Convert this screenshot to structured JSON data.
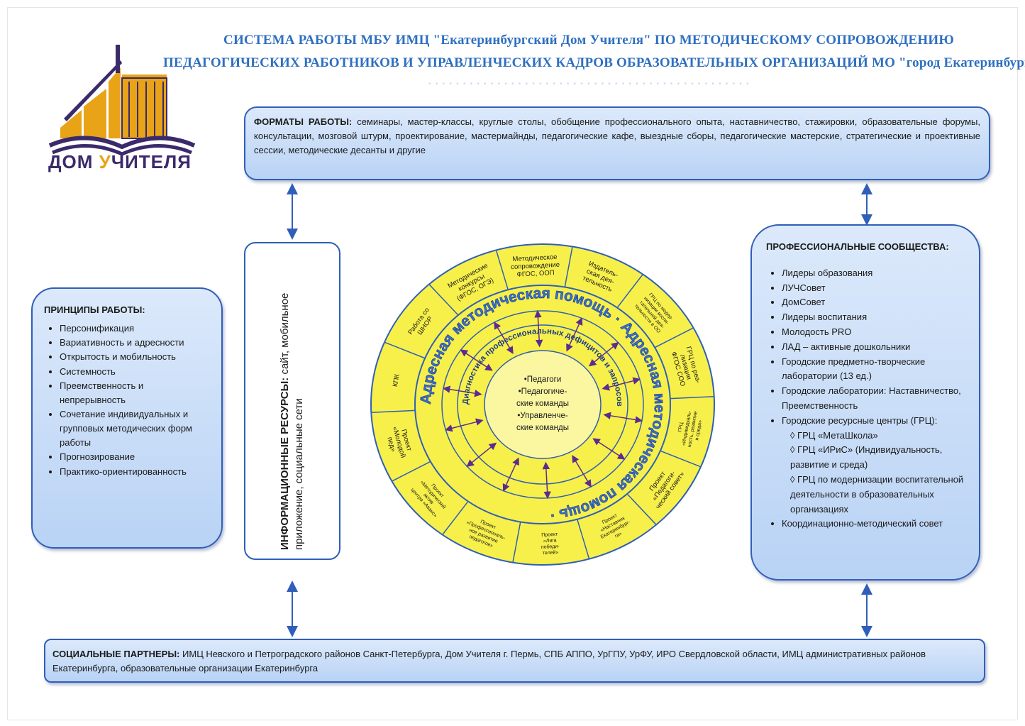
{
  "header": {
    "line1": "СИСТЕМА РАБОТЫ МБУ ИМЦ \"Екатеринбургский Дом Учителя\" ПО МЕТОДИЧЕСКОМУ СОПРОВОЖДЕНИЮ",
    "line2": "ПЕДАГОГИЧЕСКИХ РАБОТНИКОВ И УПРАВЛЕНЧЕСКИХ КАДРОВ ОБРАЗОВАТЕЛЬНЫХ ОРГАНИЗАЦИЙ МО \"город Екатеринбург\""
  },
  "logo": {
    "word1": "ДОМ ",
    "accent": "У",
    "word2": "ЧИТЕЛЯ",
    "colors": {
      "gold": "#e8a317",
      "purple": "#3b2a6b"
    }
  },
  "formats": {
    "label": "ФОРМАТЫ РАБОТЫ:",
    "text": "семинары, мастер-классы, круглые столы, обобщение профессионального опыта, наставничество, стажировки, образовательные форумы, консультации, мозговой штурм, проектирование, мастермайнды, педагогические кафе, выездные сборы, педагогические мастерские, стратегические и проективные сессии, методические десанты и другие"
  },
  "principles": {
    "label": "ПРИНЦИПЫ РАБОТЫ:",
    "items": [
      "Персонификация",
      "Вариативность и адресности",
      "Открытость и мобильность",
      "Системность",
      "Преемственность и непрерывность",
      "Сочетание индивидуальных и групповых методических форм работы",
      "Прогнозирование",
      "Практико-ориентированность"
    ]
  },
  "info_resources": {
    "label": "ИНФОРМАЦИОННЫЕ РЕСУРСЫ:",
    "text": "сайт, мобильное приложение, социальные сети"
  },
  "communities": {
    "label": "ПРОФЕССИОНАЛЬНЫЕ СООБЩЕСТВА:",
    "items_a": [
      "Лидеры образования",
      "ЛУЧСовет",
      "ДомСовет",
      "Лидеры воспитания",
      "Молодость PRO",
      "ЛАД – активные дошкольники",
      "Городские предметно-творческие лаборатории (13 ед.)",
      "Городские лаборатории: Наставничество, Преемственность",
      "Городские ресурсные центры (ГРЦ):"
    ],
    "sub": [
      "ГРЦ «МетаШкола»",
      "ГРЦ «ИРиС» (Индивидуальность, развитие и среда)",
      "ГРЦ по модернизации воспитательной деятельности в образовательных организациях"
    ],
    "items_b": [
      "Координационно-методический совет"
    ]
  },
  "partners": {
    "label": "СОЦИАЛЬНЫЕ ПАРТНЕРЫ:",
    "text": "ИМЦ Невского и Петроградского районов Санкт-Петербурга, Дом Учителя г. Пермь, СПБ АППО, УрГПУ, УрФУ, ИРО Свердловской области, ИМЦ административных районов Екатеринбурга, образовательные организации Екатеринбурга"
  },
  "wheel": {
    "center": [
      "•Педагоги",
      "•Педагогиче-",
      "ские команды",
      "•Управленче-",
      "ские команды"
    ],
    "ring_inner": "Диагностика профессиональных дефицитов и запросов",
    "ring_outer": "Адресная методическая помощь · Адресная методическая помощь ·",
    "sectors": [
      {
        "lines": [
          "Издатель-",
          "ская дея-",
          "тельность"
        ]
      },
      {
        "lines": [
          "ГРЦ по модер-",
          "низации воспи-",
          "тательной дея-",
          "тельности в ОО"
        ]
      },
      {
        "lines": [
          "ГРЦ по реа-",
          "лизации",
          "ФГОС СОО"
        ]
      },
      {
        "lines": [
          "ГРЦ",
          "«Индивидуаль-",
          "ность, развитие",
          "и среда»"
        ]
      },
      {
        "lines": [
          "Проект",
          "«Педагоги-",
          "ческий совет»"
        ]
      },
      {
        "lines": [
          "Проект",
          "«Наставник",
          "Екатеринбург-",
          "га»"
        ]
      },
      {
        "lines": [
          "Проект",
          "«Лига",
          "победи-",
          "телей»"
        ]
      },
      {
        "lines": [
          "Проект",
          "«Профессиональ-",
          "ное развитие",
          "педагогов»"
        ]
      },
      {
        "lines": [
          "Проект",
          "«Методический",
          "актив",
          "центра «Аванс»"
        ]
      },
      {
        "lines": [
          "Проект",
          "«Молодой",
          "пед»"
        ]
      },
      {
        "lines": [
          "КПК"
        ]
      },
      {
        "lines": [
          "Работа со",
          "ШНОР"
        ]
      },
      {
        "lines": [
          "Методические",
          "конкурсы",
          "(ФГОС, ОГЭ)"
        ]
      },
      {
        "lines": [
          "Методическое",
          "сопровождение",
          "ФГОС, ООП"
        ]
      }
    ],
    "colors": {
      "fill": "#f7f04a",
      "center": "#fbf6a0",
      "stroke": "#2f5fb8",
      "arrow": "#5b2c8e"
    }
  }
}
